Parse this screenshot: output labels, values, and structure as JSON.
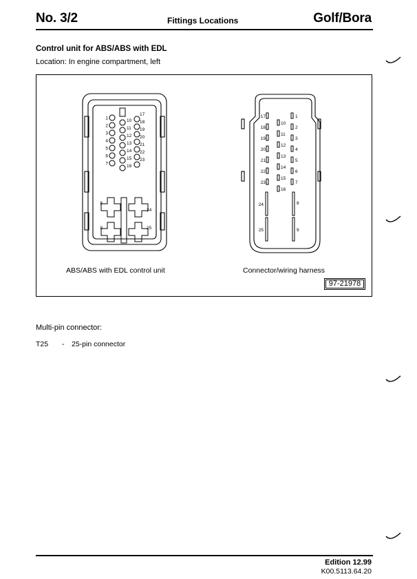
{
  "header": {
    "page_number": "No. 3/2",
    "title": "Fittings Locations",
    "model": "Golf/Bora"
  },
  "section": {
    "title": "Control unit for ABS/ABS with EDL",
    "location": "Location: In engine compartment, left"
  },
  "diagram": {
    "left_caption": "ABS/ABS with EDL control unit",
    "right_caption": "Connector/wiring harness",
    "reference": "97-21978",
    "unit_pins": [
      "1",
      "2",
      "3",
      "4",
      "5",
      "6",
      "7",
      "8",
      "9",
      "10",
      "11",
      "12",
      "13",
      "14",
      "15",
      "16",
      "17",
      "18",
      "19",
      "20",
      "21",
      "22",
      "23",
      "24",
      "25"
    ],
    "harness_pins": [
      "1",
      "2",
      "3",
      "4",
      "5",
      "6",
      "7",
      "8",
      "9",
      "10",
      "11",
      "12",
      "13",
      "14",
      "15",
      "16",
      "17",
      "18",
      "19",
      "20",
      "21",
      "22",
      "23",
      "24",
      "25"
    ]
  },
  "multipin": {
    "title": "Multi-pin connector:",
    "code": "T25",
    "dash": "-",
    "description": "25-pin connector"
  },
  "footer": {
    "edition": "Edition 12.99",
    "doc_code": "K00.5113.64.20"
  },
  "icons": [
    "check-mark-icon"
  ]
}
